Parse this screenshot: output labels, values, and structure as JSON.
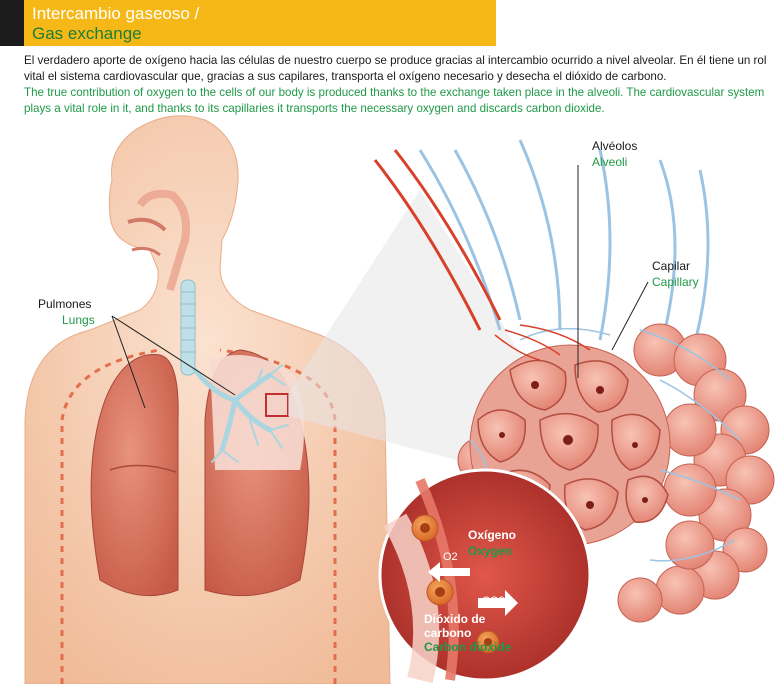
{
  "header": {
    "title_es": "Intercambio gaseoso /",
    "title_en": "Gas exchange"
  },
  "intro": {
    "es": "El verdadero aporte de oxígeno hacia las células de nuestro cuerpo se produce gracias al intercambio ocurrido a nivel alveolar. En él tiene un rol vital el sistema cardiovascular que, gracias a sus capilares, transporta el oxígeno necesario y desecha el dióxido de carbono.",
    "en": "The true contribution of oxygen to the cells of our body is produced thanks to the exchange taken place in the alveoli. The cardiovascular system plays a vital role in it, and thanks to its capillaries it transports the necessary oxygen and discards carbon dioxide."
  },
  "labels": {
    "lungs": {
      "es": "Pulmones",
      "en": "Lungs"
    },
    "alveoli": {
      "es": "Alvéolos",
      "en": "Alveoli"
    },
    "capillary": {
      "es": "Capilar",
      "en": "Capillary"
    },
    "oxygen": {
      "es": "Oxígeno",
      "en": "Oxygen"
    },
    "co2": {
      "es": "Dióxido de carbono",
      "en": "Carbon dioxide"
    }
  },
  "symbols": {
    "o2": "O2",
    "co2": "CO2"
  },
  "colors": {
    "header_bg": "#f5b817",
    "header_bar": "#1b1b1b",
    "spanish_text": "#1a1a1a",
    "english_text": "#1e9a46",
    "lung": "#d9735f",
    "alveolus": "#e8897a",
    "vessel_red": "#d8402a",
    "vessel_blue": "#8cb8da",
    "skin": "#f4c8a9"
  }
}
